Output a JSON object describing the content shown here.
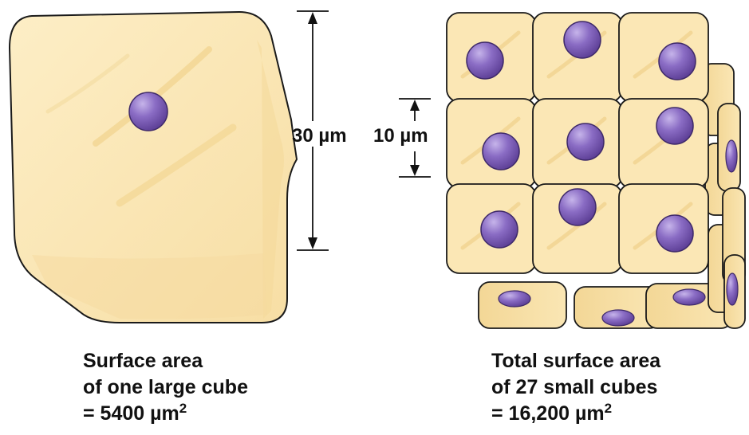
{
  "large_cube": {
    "dimension_label": "30 µm",
    "caption_line1": "Surface area",
    "caption_line2": "of one large cube",
    "caption_line3": "= 5400 µm",
    "caption_sup": "2"
  },
  "small_cubes": {
    "dimension_label": "10 µm",
    "caption_line1": "Total surface area",
    "caption_line2": "of 27 small cubes",
    "caption_line3": "= 16,200 µm",
    "caption_sup": "2"
  },
  "colors": {
    "cube_fill": "#fbe7b5",
    "cube_stroke": "#1a1a1a",
    "nucleus": "#7a5ab0",
    "nucleus_highlight": "#b9a6e0"
  }
}
